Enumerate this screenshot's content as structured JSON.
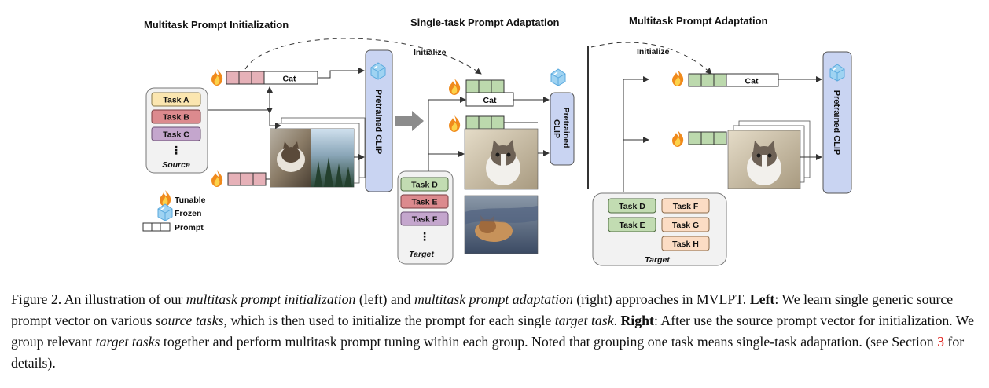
{
  "figure": {
    "sections": {
      "init": "Multitask Prompt Initialization",
      "single": "Single-task Prompt Adaptation",
      "multi": "Multitask Prompt Adaptation"
    },
    "initialize_label": "Initialize",
    "cat_label": "Cat",
    "clip_label": "Pretrained CLIP",
    "source_tasks": [
      "Task A",
      "Task B",
      "Task C"
    ],
    "source_label": "Source",
    "single_target_tasks": [
      "Task D",
      "Task E",
      "Task F"
    ],
    "multi_target_left": [
      "Task D",
      "Task E"
    ],
    "multi_target_right": [
      "Task F",
      "Task G",
      "Task H"
    ],
    "target_label": "Target",
    "ellipsis": "⋮",
    "legend": {
      "tunable": "Tunable",
      "frozen": "Frozen",
      "prompt": "Prompt"
    },
    "colors": {
      "source_prompt": "#e6b1b8",
      "target_prompt": "#bcd9ad",
      "task_yellow": "#fbe6b0",
      "task_red": "#dc8a8e",
      "task_purple": "#c4a6cd",
      "task_green": "#c2dcb2",
      "task_peach": "#fbdcc4",
      "clip_fill": "#c9d4f2",
      "group_box": "#f2f2f2"
    }
  },
  "caption": {
    "prefix": "Figure 2. An illustration of our ",
    "em1": "multitask prompt initialization",
    "t1": " (left) and ",
    "em2": "multitask prompt adaptation",
    "t2": " (right) approaches in MVLPT. ",
    "b1": "Left",
    "t3": ": We learn single generic source prompt vector on various ",
    "em3": "source tasks",
    "t4": ", which is then used to initialize the prompt for each single ",
    "em4": "target task",
    "t5": ". ",
    "b2": "Right",
    "t6": ": After use the source prompt vector for initialization. We group relevant ",
    "em5": "target tasks",
    "t7": " together and perform multitask prompt tuning within each group. Noted that grouping one task means single-task adaptation. (see Section ",
    "ref": "3",
    "t8": " for details)."
  }
}
